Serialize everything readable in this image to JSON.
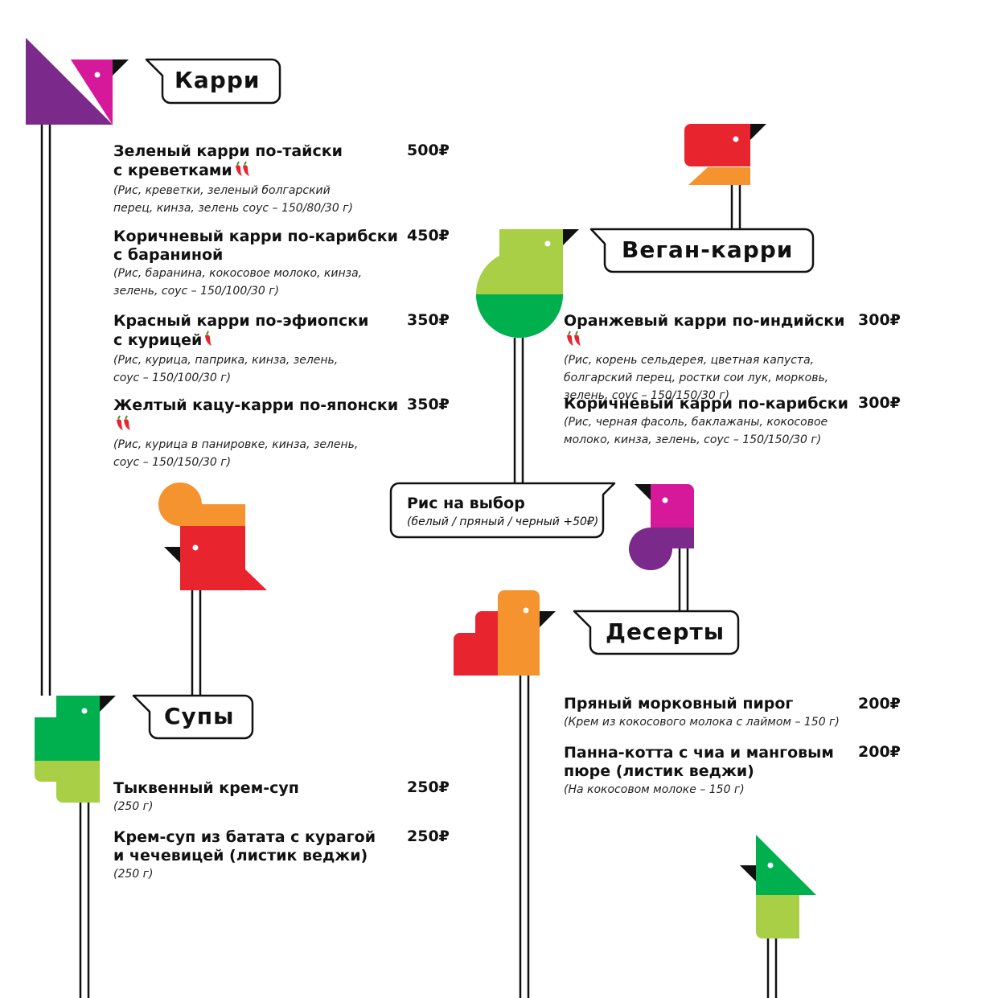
{
  "colors": {
    "purple": "#7b2a8b",
    "magenta": "#d6199a",
    "red": "#e8252f",
    "orange": "#f5932e",
    "green": "#00b04f",
    "lime": "#a9cf46",
    "black": "#111111"
  },
  "sections": {
    "curry": {
      "title": "Карри",
      "items": [
        {
          "name_line1": "Зеленый карри по-тайски",
          "name_line2": "с креветками",
          "chili": 2,
          "desc_line1": "(Рис, креветки, зеленый болгарский",
          "desc_line2": "перец, кинза, зелень соус – 150/80/30 г)",
          "price": "500₽"
        },
        {
          "name_line1": "Коричневый карри по-карибски",
          "name_line2": "с бараниной",
          "chili": 0,
          "desc_line1": "(Рис, баранина, кокосовое молоко, кинза,",
          "desc_line2": "зелень, соус – 150/100/30 г)",
          "price": "450₽"
        },
        {
          "name_line1": "Красный карри по-эфиопски",
          "name_line2": "с курицей",
          "chili": 1,
          "desc_line1": "(Рис, курица, паприка, кинза, зелень,",
          "desc_line2": "соус – 150/100/30 г)",
          "price": "350₽"
        },
        {
          "name_line1": "Желтый кацу-карри по-японски",
          "chili": 2,
          "desc_line1": "(Рис, курица в панировке, кинза, зелень,",
          "desc_line2": "соус – 150/150/30 г)",
          "price": "350₽"
        }
      ]
    },
    "vegan": {
      "title": "Веган-карри",
      "items": [
        {
          "name_line1": "Оранжевый карри по-индийски",
          "chili": 2,
          "desc_line1": "(Рис, корень сельдерея, цветная капуста,",
          "desc_line2": "болгарский перец, ростки сои лук, морковь,",
          "desc_line3": "зелень, соус – 150/150/30 г)",
          "price": "300₽"
        },
        {
          "name_line1": "Коричневый карри по-карибски",
          "chili": 0,
          "desc_line1": "(Рис, черная фасоль, баклажаны, кокосовое",
          "desc_line2": "молоко, кинза, зелень, соус – 150/150/30 г)",
          "price": "300₽"
        }
      ]
    },
    "rice": {
      "title": "Рис на выбор",
      "note": "(белый / пряный / черный +50₽)"
    },
    "soups": {
      "title": "Супы",
      "items": [
        {
          "name_line1": "Тыквенный крем-суп",
          "desc_line1": "(250 г)",
          "price": "250₽"
        },
        {
          "name_line1": "Крем-суп из батата с курагой",
          "name_line2": "и чечевицей (листик веджи)",
          "desc_line1": "(250 г)",
          "price": "250₽"
        }
      ]
    },
    "desserts": {
      "title": "Десерты",
      "items": [
        {
          "name_line1": "Пряный морковный пирог",
          "desc_line1": "(Крем из кокосового молока с лаймом – 150 г)",
          "price": "200₽"
        },
        {
          "name_line1": "Панна-котта с чиа и манговым",
          "name_line2": "пюре (листик веджи)",
          "desc_line1": "(На кокосовом молоке – 150 г)",
          "price": "200₽"
        }
      ]
    }
  }
}
